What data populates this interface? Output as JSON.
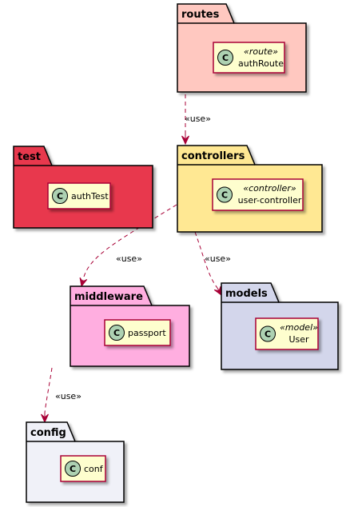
{
  "diagram": {
    "packages": [
      {
        "id": "routes",
        "title": "routes",
        "color": "#FFC8C0",
        "class": {
          "name": "authRoute",
          "stereotype": "«route»"
        }
      },
      {
        "id": "test",
        "title": "test",
        "color": "#E8374E",
        "class": {
          "name": "authTest",
          "stereotype": ""
        }
      },
      {
        "id": "controllers",
        "title": "controllers",
        "color": "#FFE893",
        "class": {
          "name": "user-controller",
          "stereotype": "«controller»"
        }
      },
      {
        "id": "middleware",
        "title": "middleware",
        "color": "#FFAEE0",
        "class": {
          "name": "passport",
          "stereotype": ""
        }
      },
      {
        "id": "models",
        "title": "models",
        "color": "#D3D6EB",
        "class": {
          "name": "User",
          "stereotype": "«model»"
        }
      },
      {
        "id": "config",
        "title": "config",
        "color": "#F0F1F8",
        "class": {
          "name": "conf",
          "stereotype": ""
        }
      }
    ],
    "edges": [
      {
        "from": "routes",
        "to": "controllers",
        "label": "«use»"
      },
      {
        "from": "controllers",
        "to": "middleware",
        "label": "«use»"
      },
      {
        "from": "controllers",
        "to": "models",
        "label": "«use»"
      },
      {
        "from": "middleware",
        "to": "config",
        "label": "«use»"
      }
    ],
    "colors": {
      "class_fill": "#FEFECE",
      "class_border": "#A80036",
      "circle_fill": "#ADD1B2",
      "edge": "#A80036"
    },
    "class_icon_letter": "C"
  }
}
